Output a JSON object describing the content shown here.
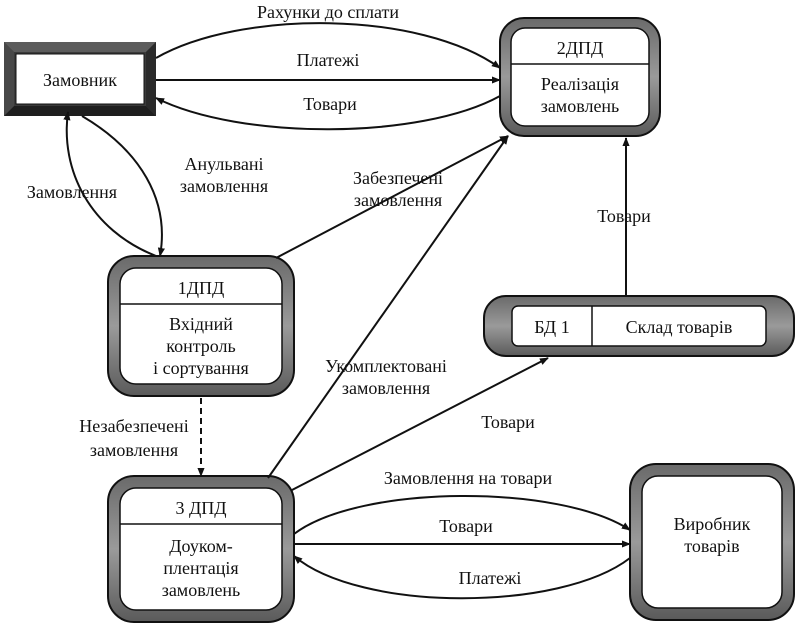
{
  "entities": {
    "customer": "Замовник",
    "producer": [
      "Виробник",
      "товарів"
    ]
  },
  "processes": {
    "p1": {
      "id": "1ДПД",
      "name": [
        "Вхідний",
        "контроль",
        "і сортування"
      ]
    },
    "p2": {
      "id": "2ДПД",
      "name": [
        "Реалізація",
        "замовлень"
      ]
    },
    "p3": {
      "id": "3 ДПД",
      "name": [
        "Доуком-",
        "плентація",
        "замовлень"
      ]
    }
  },
  "datastore": {
    "id": "БД 1",
    "name": "Склад товарів"
  },
  "flows": {
    "invoices": "Рахунки до сплати",
    "payments_top": "Платежі",
    "goods_top": "Товари",
    "cancelled": [
      "Анульвані",
      "замовлення"
    ],
    "orders": "Замовлення",
    "secured": [
      "Забезпечені",
      "замовлення"
    ],
    "goods_store_to_p2": "Товари",
    "completed": [
      "Укомплектовані",
      "замовлення"
    ],
    "unsecured": [
      "Незабезпечені",
      "замовлення"
    ],
    "goods_p3_to_store": "Товари",
    "orders_for_goods": "Замовлення на товари",
    "goods_bottom": "Товари",
    "payments_bottom": "Платежі"
  }
}
